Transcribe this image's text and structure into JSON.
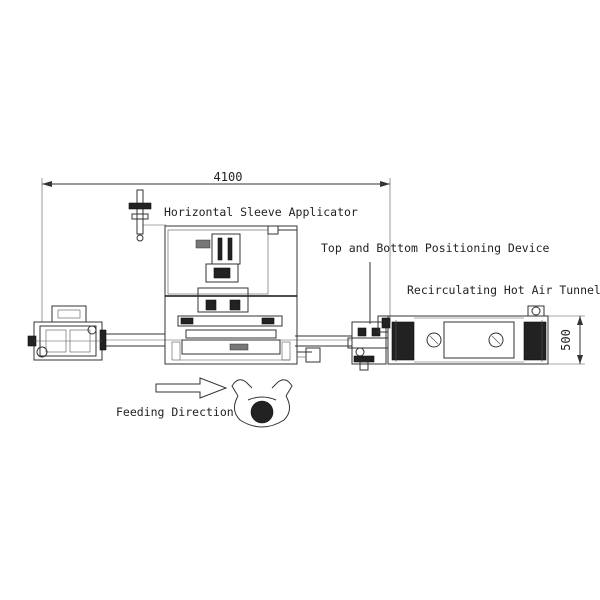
{
  "dimensions": {
    "overall_length": "4100",
    "tunnel_width": "500"
  },
  "labels": {
    "sleeve_applicator": "Horizontal Sleeve Applicator",
    "positioning_device": "Top and Bottom Positioning Device",
    "hot_air_tunnel": "Recirculating Hot Air Tunnel",
    "feeding_direction": "Feeding Direction"
  },
  "colors": {
    "line": "#333333",
    "background": "#ffffff"
  },
  "icons": {
    "feed_arrow": "hollow-arrow-right",
    "operator": "operator-top-view"
  }
}
